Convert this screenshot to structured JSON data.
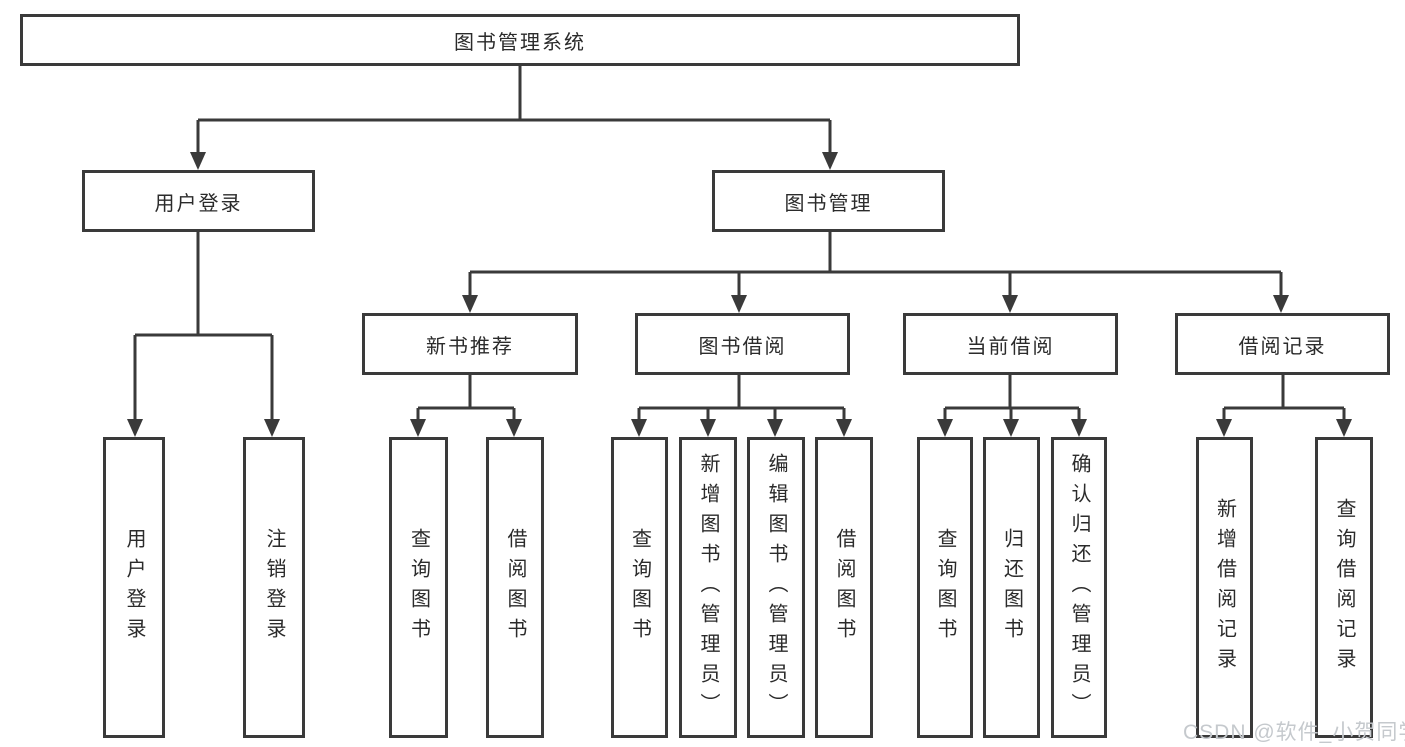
{
  "watermark": "CSDN @软件_小贺同学",
  "colors": {
    "line": "#3a3a3a",
    "text": "#2b2b2b",
    "background": "#ffffff",
    "watermark": "#c5c9cd"
  },
  "tree": {
    "root": "图书管理系统",
    "children": [
      {
        "label": "用户登录",
        "children": [
          {
            "label": "用户登录"
          },
          {
            "label": "注销登录"
          }
        ]
      },
      {
        "label": "图书管理",
        "children": [
          {
            "label": "新书推荐",
            "children": [
              {
                "label": "查询图书"
              },
              {
                "label": "借阅图书"
              }
            ]
          },
          {
            "label": "图书借阅",
            "children": [
              {
                "label": "查询图书"
              },
              {
                "label": "新增图书（管理员）"
              },
              {
                "label": "编辑图书（管理员）"
              },
              {
                "label": "借阅图书"
              }
            ]
          },
          {
            "label": "当前借阅",
            "children": [
              {
                "label": "查询图书"
              },
              {
                "label": "归还图书"
              },
              {
                "label": "确认归还（管理员）"
              }
            ]
          },
          {
            "label": "借阅记录",
            "children": [
              {
                "label": "新增借阅记录"
              },
              {
                "label": "查询借阅记录"
              }
            ]
          }
        ]
      }
    ]
  }
}
